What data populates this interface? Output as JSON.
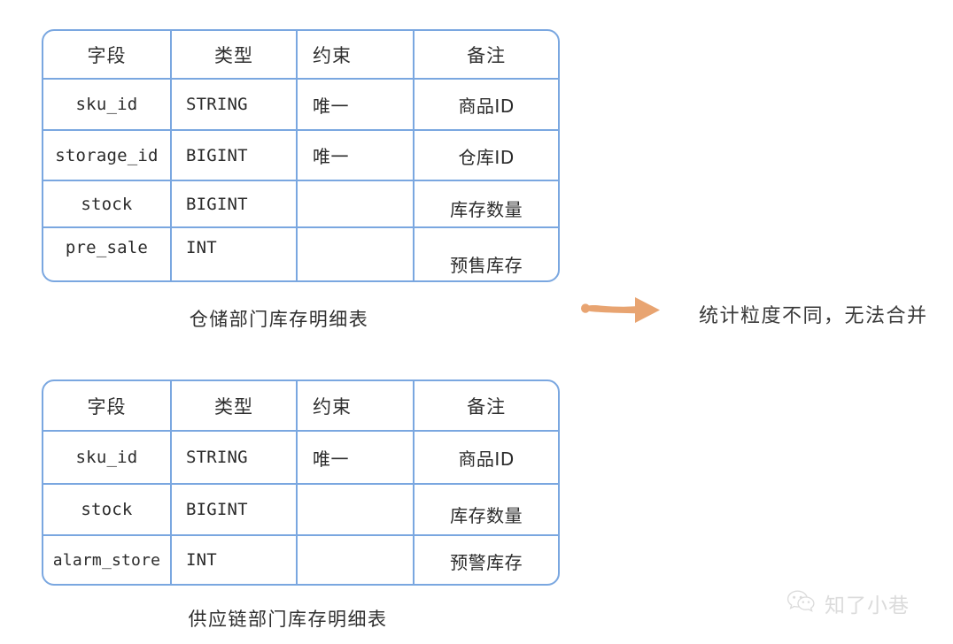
{
  "diagram": {
    "background_color": "#ffffff",
    "table_border_color": "#7aa7e0",
    "arrow_color": "#e8a471",
    "text_color": "#2b2b2b",
    "annotation": "统计粒度不同，无法合并",
    "arrow_icon": "right-arrow-icon"
  },
  "tables": [
    {
      "id": "warehouse-inventory-table",
      "caption": "仓储部门库存明细表",
      "columns": [
        "字段",
        "类型",
        "约束",
        "备注"
      ],
      "rows": [
        {
          "field": "sku_id",
          "type": "STRING",
          "constraint": "唯一",
          "note": "商品ID"
        },
        {
          "field": "storage_id",
          "type": "BIGINT",
          "constraint": "唯一",
          "note": "仓库ID"
        },
        {
          "field": "stock",
          "type": "BIGINT",
          "constraint": "",
          "note": "库存数量"
        },
        {
          "field": "pre_sale",
          "type": "INT",
          "constraint": "",
          "note": "预售库存"
        }
      ]
    },
    {
      "id": "supply-chain-inventory-table",
      "caption": "供应链部门库存明细表",
      "columns": [
        "字段",
        "类型",
        "约束",
        "备注"
      ],
      "rows": [
        {
          "field": "sku_id",
          "type": "STRING",
          "constraint": "唯一",
          "note": "商品ID"
        },
        {
          "field": "stock",
          "type": "BIGINT",
          "constraint": "",
          "note": "库存数量"
        },
        {
          "field": "alarm_store",
          "type": "INT",
          "constraint": "",
          "note": "预警库存"
        }
      ]
    }
  ],
  "watermark": {
    "text": "知了小巷",
    "icon": "wechat-icon"
  }
}
